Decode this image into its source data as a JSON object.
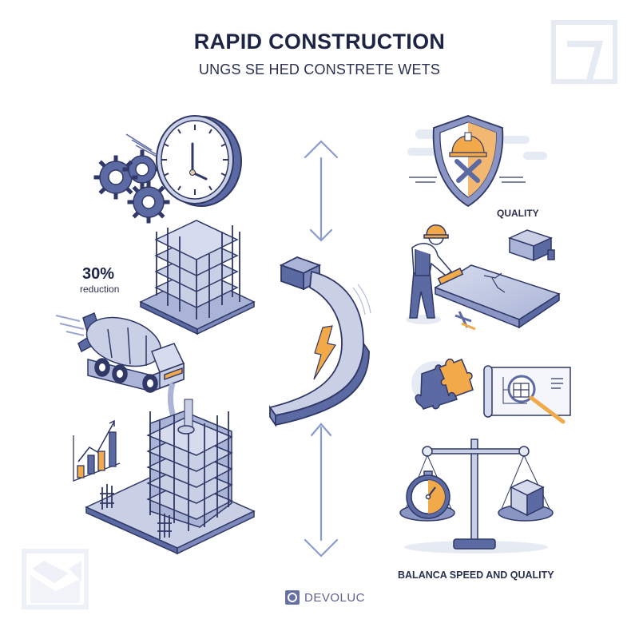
{
  "header": {
    "title": "RAPID CONSTRUCTION",
    "subtitle": "UNGS SE HED CONSTRETE WETS"
  },
  "left_panel": {
    "stat_value": "30%",
    "stat_label": "reduction",
    "illustrations": [
      "gears-icon",
      "clock-icon",
      "rebar-building-frame",
      "concrete-mixer-truck",
      "growth-bar-chart",
      "tall-building-under-construction"
    ]
  },
  "center_panel": {
    "illustrations": [
      "double-arrow-up",
      "curved-concrete-beam",
      "lightning-bolt",
      "double-arrow-down"
    ]
  },
  "right_panel": {
    "quality_label": "QUALITY",
    "balance_label": "BALANCA SPEED AND QUALITY",
    "illustrations": [
      "shield-hardhat-tools",
      "worker-troweling-slab",
      "puzzle-pieces",
      "blueprint-magnifier",
      "balance-scale-stopwatch-cube"
    ]
  },
  "footer": {
    "brand_name": "DEVOLUC"
  },
  "colors": {
    "navy": "#1e2446",
    "slate_blue": "#5c6aa3",
    "light_blue": "#c9d0e6",
    "arrow_blue": "#8a9ccf",
    "orange": "#f2a94a",
    "watermark": "#e9edf5"
  }
}
